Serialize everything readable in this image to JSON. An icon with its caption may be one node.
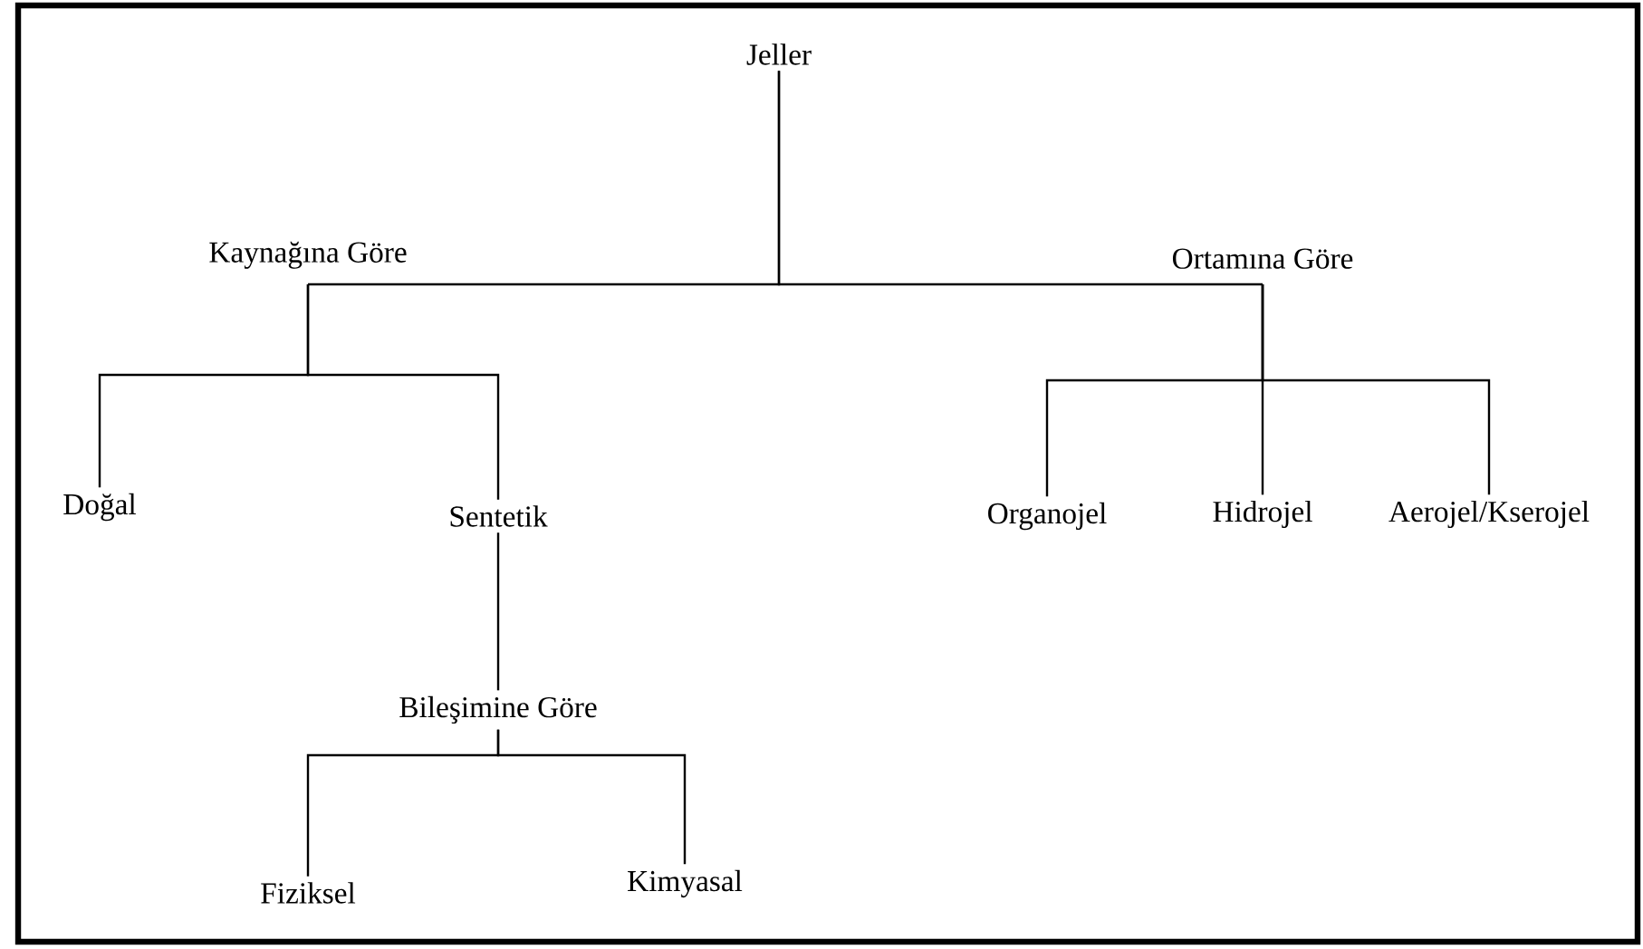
{
  "diagram": {
    "nodes": [
      {
        "text": [
          "Jeller"
        ]
      },
      {
        "text": [
          "Kaynağına Göre"
        ]
      },
      {
        "text": [
          "Ortamına Göre"
        ]
      },
      {
        "text": [
          "Doğal"
        ]
      },
      {
        "text": [
          "Sentetik"
        ]
      },
      {
        "text": [
          "Organojel"
        ]
      },
      {
        "text": [
          "Hidrojel"
        ]
      },
      {
        "text": [
          "Aerojel/Kserojel"
        ]
      },
      {
        "text": [
          "Bileşimine Göre"
        ]
      },
      {
        "text": [
          "Fiziksel"
        ]
      },
      {
        "text": [
          "Kimyasal"
        ]
      }
    ],
    "edges": [
      {
        "from": 0,
        "to": 1,
        "arrow": "none"
      },
      {
        "from": 0,
        "to": 2,
        "arrow": "none"
      },
      {
        "from": 1,
        "to": 3,
        "arrow": "none"
      },
      {
        "from": 1,
        "to": 4,
        "arrow": "none"
      },
      {
        "from": 2,
        "to": 5,
        "arrow": "none"
      },
      {
        "from": 2,
        "to": 6,
        "arrow": "none"
      },
      {
        "from": 2,
        "to": 7,
        "arrow": "none"
      },
      {
        "from": 4,
        "to": 8,
        "arrow": "none"
      },
      {
        "from": 8,
        "to": 9,
        "arrow": "none"
      },
      {
        "from": 8,
        "to": 10,
        "arrow": "none"
      }
    ]
  }
}
